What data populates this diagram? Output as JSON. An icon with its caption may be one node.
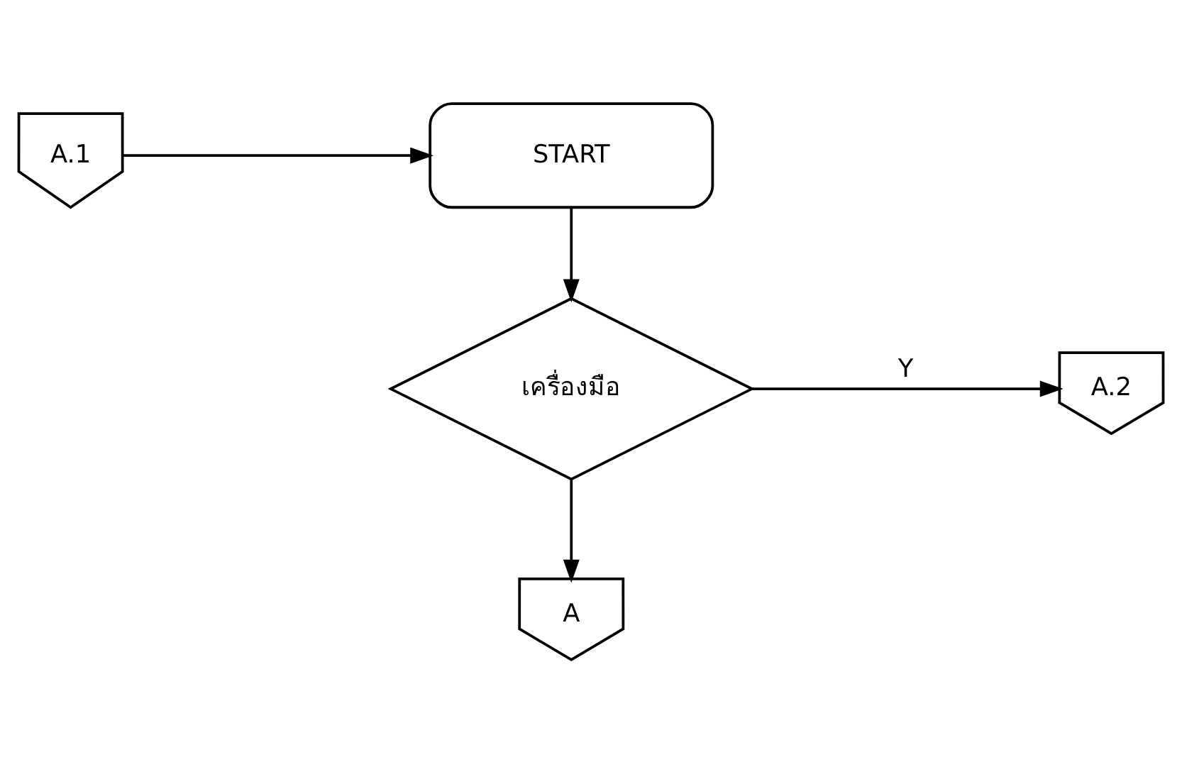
{
  "diagram": {
    "nodes": [
      {
        "text": [
          "A.1"
        ]
      },
      {
        "text": [
          "START"
        ]
      },
      {
        "text": [
          "เครื่องมือ"
        ]
      },
      {
        "text": [
          "A.2"
        ]
      },
      {
        "text": [
          "A"
        ]
      }
    ],
    "edges": [
      {
        "from": 0,
        "to": 1,
        "arrow": "to"
      },
      {
        "from": 1,
        "to": 2,
        "arrow": "to"
      },
      {
        "from": 2,
        "to": 3,
        "arrow": "to",
        "label": "Y"
      },
      {
        "from": 2,
        "to": 4,
        "arrow": "to"
      }
    ]
  }
}
